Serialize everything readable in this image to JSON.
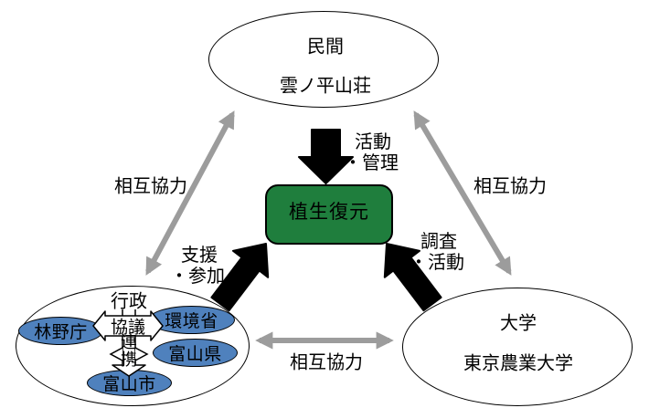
{
  "colors": {
    "green": "#1f7e3d",
    "blue": "#4f81bd",
    "gray": "#9c9c9c",
    "outline": "#000000"
  },
  "nodes": {
    "private": {
      "category": "民間",
      "name": "雲ノ平山荘"
    },
    "government": {
      "category": "行政",
      "members": [
        "林野庁",
        "環境省",
        "富山県",
        "富山市"
      ],
      "consult_label": "協議",
      "cooperate_label": "連携"
    },
    "university": {
      "category": "大学",
      "name": "東京農業大学"
    },
    "center": {
      "label": "植生復元"
    }
  },
  "arrow_labels": {
    "private_to_center": {
      "line1": "活動",
      "line2": "・管理"
    },
    "government_to_center": {
      "line1": "支援",
      "line2": "・参加"
    },
    "university_to_center": {
      "line1": "調査",
      "line2": "・活動"
    },
    "mutual_left": "相互協力",
    "mutual_right": "相互協力",
    "mutual_bottom": "相互協力"
  }
}
